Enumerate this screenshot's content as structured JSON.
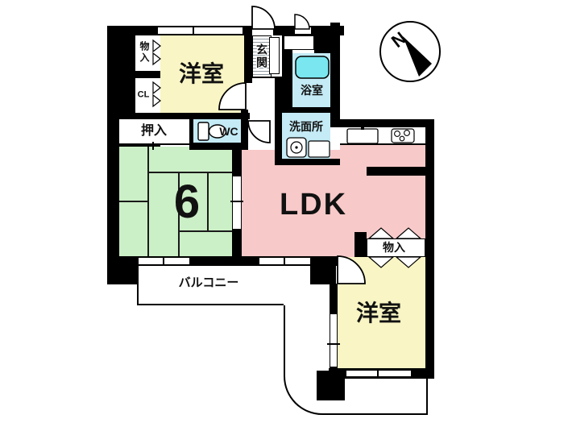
{
  "colors": {
    "wall": "#000000",
    "room_yellow": "#F9F5C4",
    "tatami_green": "#CBEFC6",
    "ldk_pink": "#F8C9C9",
    "wet_blue": "#C4EBF6",
    "tub_cyan": "#7AE6EF"
  },
  "labels": {
    "bedroom1": "洋室",
    "bedroom2": "洋室",
    "ldk": "LDK",
    "tatami_size": "6",
    "balcony": "バルコニー",
    "entrance": "玄関",
    "bathroom": "浴室",
    "washroom": "洗面所",
    "toilet": "WC",
    "oshiire": "押入",
    "storage1": "物入",
    "storage2": "物入",
    "closet": "CL",
    "compass_north": "N"
  }
}
